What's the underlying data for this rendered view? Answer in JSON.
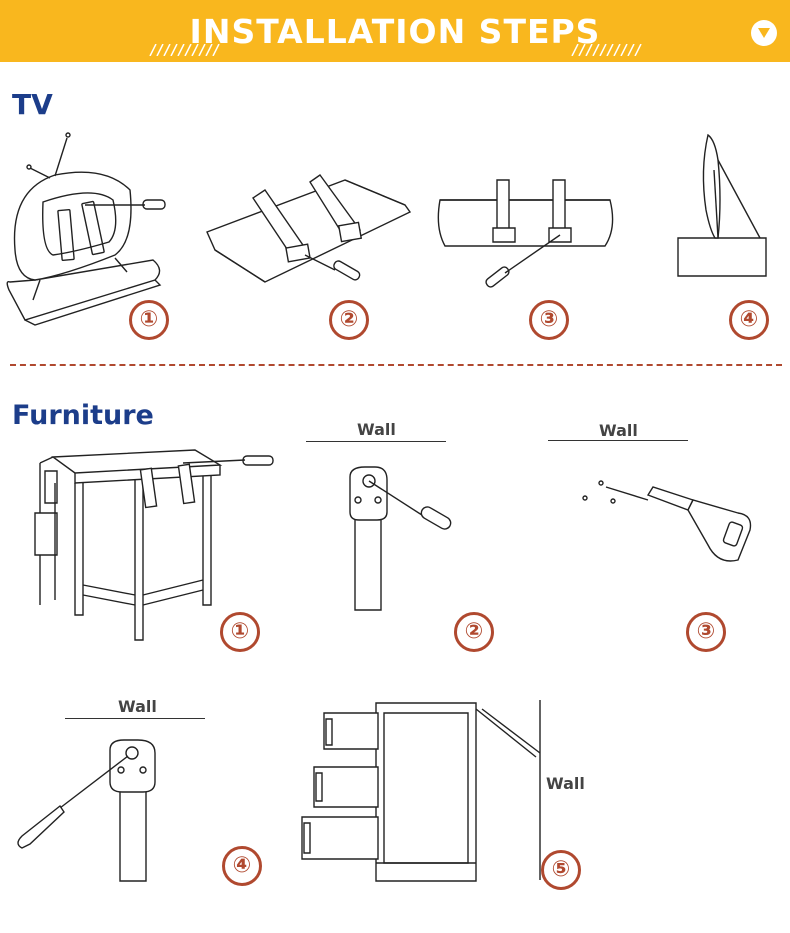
{
  "banner": {
    "title": "INSTALLATION STEPS",
    "icon": "chevron-down-icon",
    "background": "#f9b71e"
  },
  "tv": {
    "heading": "TV",
    "steps": [
      "①",
      "②",
      "③",
      "④"
    ]
  },
  "furniture": {
    "heading": "Furniture",
    "steps": [
      "①",
      "②",
      "③",
      "④",
      "⑤"
    ],
    "wall_labels": [
      "Wall",
      "Wall",
      "Wall",
      "Wall"
    ]
  },
  "colors": {
    "heading": "#1c3d8a",
    "accent": "#b0492f",
    "banner": "#f9b71e"
  }
}
